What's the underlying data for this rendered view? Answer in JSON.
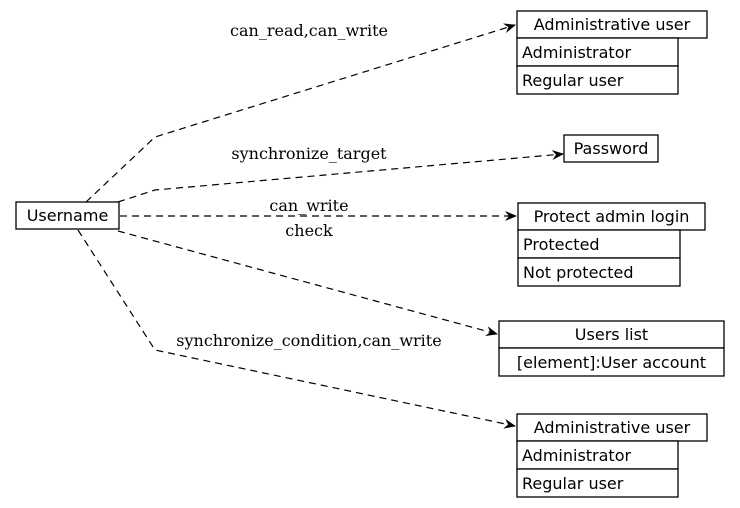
{
  "nodes": {
    "source": {
      "label": "Username"
    },
    "admin_type_top": {
      "title": "Administrative user",
      "options": [
        "Administrator",
        "Regular user"
      ]
    },
    "password": {
      "label": "Password"
    },
    "protect_admin_login": {
      "title": "Protect admin login",
      "options": [
        "Protected",
        "Not protected"
      ]
    },
    "users_list": {
      "title": "Users list",
      "detail": "[element]:User account"
    },
    "admin_type_bottom": {
      "title": "Administrative user",
      "options": [
        "Administrator",
        "Regular user"
      ]
    }
  },
  "edges": {
    "to_admin_top": "can_read,can_write",
    "to_password": "synchronize_target",
    "to_protect_line1": "can_write",
    "to_protect_line2": "check",
    "to_users_list": "synchronize_condition,can_write"
  }
}
